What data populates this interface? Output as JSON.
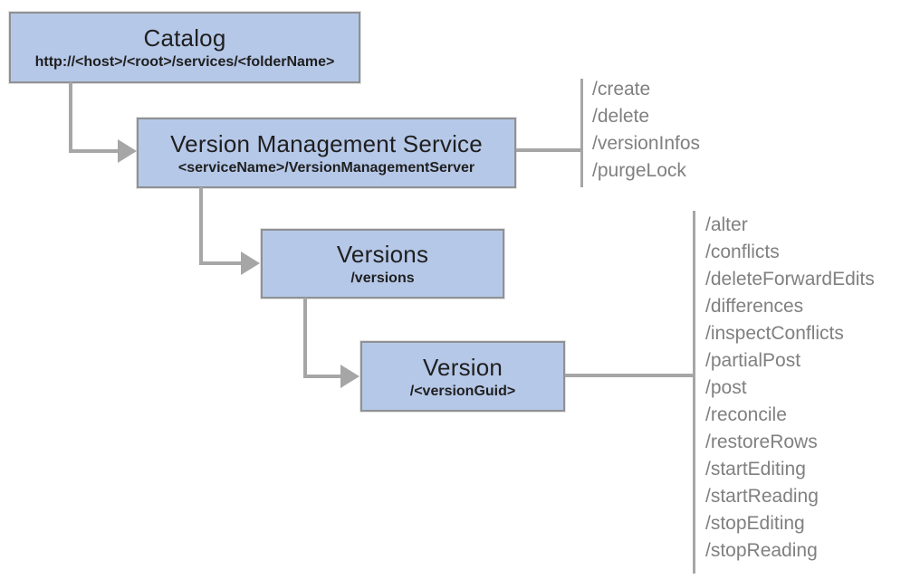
{
  "diagram": {
    "nodes": [
      {
        "title": "Catalog",
        "subtitle": "http://<host>/<root>/services/<folderName>"
      },
      {
        "title": "Version Management Service",
        "subtitle": "<serviceName>/VersionManagementServer",
        "operations": [
          "/create",
          "/delete",
          "/versionInfos",
          "/purgeLock"
        ]
      },
      {
        "title": "Versions",
        "subtitle": "/versions"
      },
      {
        "title": "Version",
        "subtitle": "/<versionGuid>",
        "operations": [
          "/alter",
          "/conflicts",
          "/deleteForwardEdits",
          "/differences",
          "/inspectConflicts",
          "/partialPost",
          "/post",
          "/reconcile",
          "/restoreRows",
          "/startEditing",
          "/startReading",
          "/stopEditing",
          "/stopReading"
        ]
      }
    ],
    "colors": {
      "node_fill": "#b6c8e8",
      "node_border": "#8f9193",
      "connector": "#a6a6a6",
      "title_text": "#1f1f1f",
      "operation_text": "#808080",
      "background": "#ffffff"
    }
  }
}
